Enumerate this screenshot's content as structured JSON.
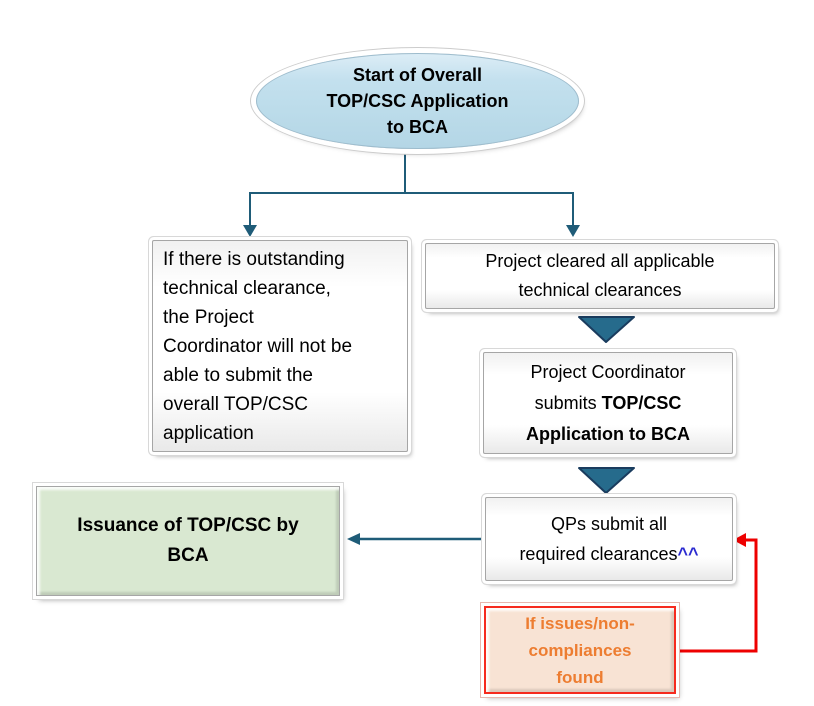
{
  "diagram": {
    "type": "flowchart",
    "colors": {
      "connector_teal": "#1f5c78",
      "triangle_fill": "#266b8c",
      "triangle_stroke": "#1a3c5e",
      "feedback_red": "#ee0000",
      "ellipse_fill": "#bcdcea",
      "green_box_fill": "#d9e8d1",
      "orange_box_fill": "#f8e3d4",
      "orange_box_border": "#f62a1e",
      "orange_text": "#ed7d31",
      "superscript_blue": "#2b2bd0"
    },
    "nodes": {
      "start": {
        "text": "Start of Overall\nTOP/CSC Application\nto BCA"
      },
      "outstanding": {
        "text": "If there is outstanding\ntechnical clearance,\nthe Project\nCoordinator will not be\nable to submit the\noverall TOP/CSC\napplication"
      },
      "cleared": {
        "text": "Project cleared all applicable\ntechnical clearances"
      },
      "pc_submits": {
        "line1": "Project Coordinator",
        "line2_normal": "submits ",
        "line2_bold": "TOP/CSC",
        "line3_bold": "Application to BCA"
      },
      "qps_submit": {
        "line1": "QPs submit all",
        "line2": "required clearances",
        "superscript": "^^"
      },
      "issuance": {
        "text": "Issuance of TOP/CSC by\nBCA"
      },
      "issues": {
        "text": "If issues/non-\ncompliances\nfound"
      }
    }
  }
}
